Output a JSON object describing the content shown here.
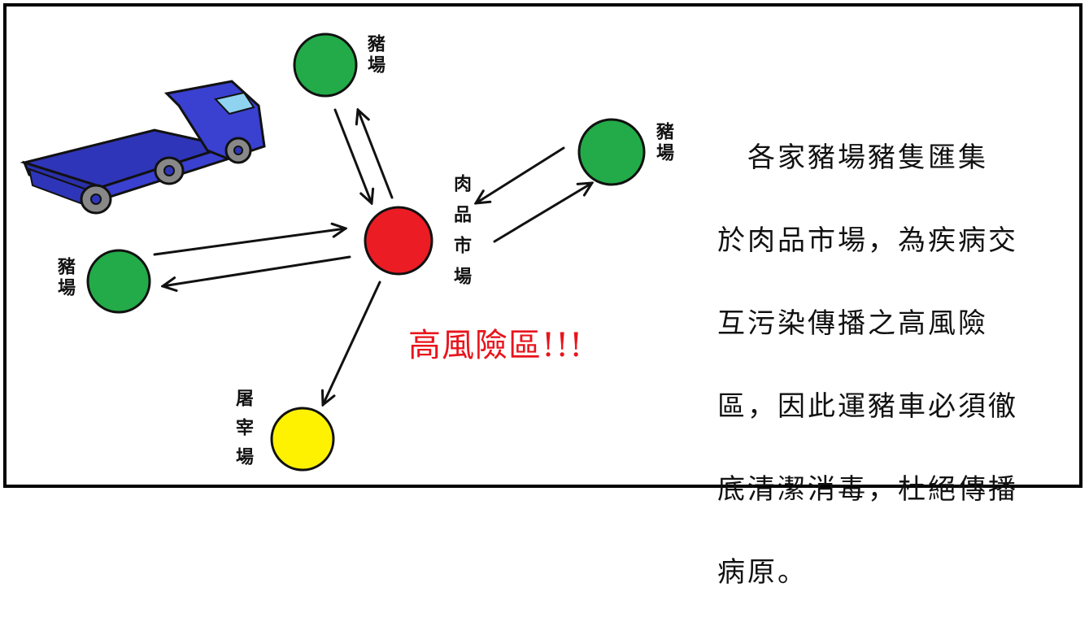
{
  "nodes": {
    "farm_top_label": "豬場",
    "farm_right_label": "豬場",
    "farm_left_label": "豬場",
    "market_label": "肉品市場",
    "slaughter_label": "屠宰場"
  },
  "colors": {
    "farm": "#22ab48",
    "market": "#ec1c24",
    "slaughterhouse": "#fff200",
    "truck": "#3a3fd0",
    "warning": "#e8141c"
  },
  "warning_text": "高風險區!!!",
  "description": "　各家豬場豬隻匯集於肉品市場，為疾病交互污染傳播之高風險區，因此運豬車必須徹底清潔消毒，杜絕傳播病原。",
  "description_lines": [
    "　各家豬場豬隻匯集",
    "於肉品市場，為疾病交",
    "互污染傳播之高風險",
    "區，因此運豬車必須徹",
    "底清潔消毒，杜絕傳播",
    "病原。"
  ],
  "icons": {
    "truck": "pig-transport-truck-icon"
  }
}
